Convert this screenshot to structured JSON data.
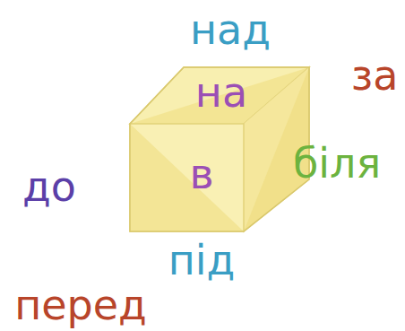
{
  "diagram": {
    "labels": [
      "над",
      "за",
      "на",
      "до",
      "в",
      "біля",
      "під",
      "перед"
    ]
  }
}
